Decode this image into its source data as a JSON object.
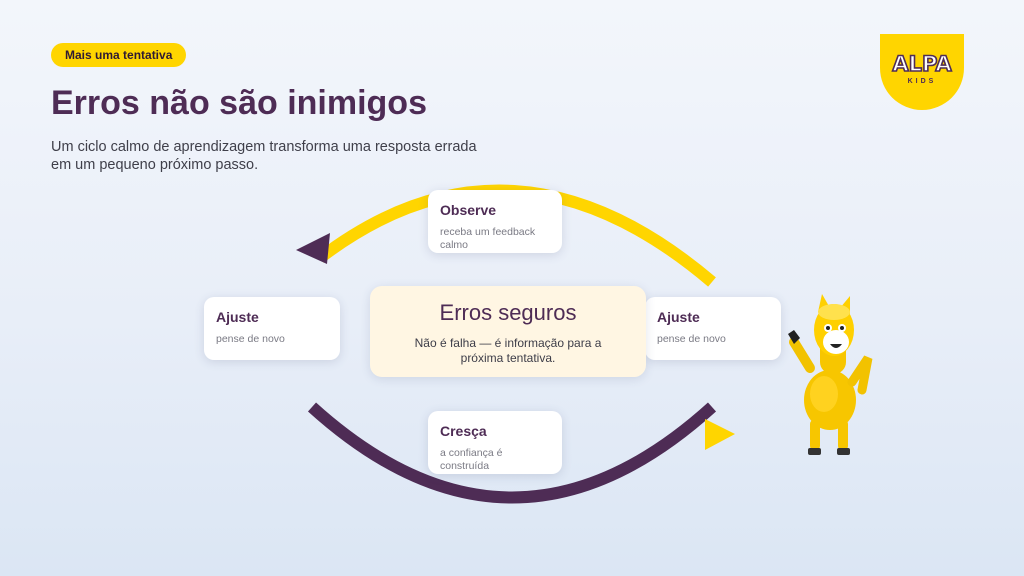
{
  "header": {
    "tag": "Mais uma tentativa",
    "title": "Erros não são inimigos",
    "subtitle": "Um ciclo calmo de aprendizagem transforma uma resposta errada em um pequeno próximo passo."
  },
  "logo": {
    "text": "ALPA",
    "sub": "KIDS"
  },
  "cycle": {
    "center": {
      "title": "Erros seguros",
      "description": "Não é falha — é informação para a próxima tentativa."
    },
    "steps": [
      {
        "title": "Observe",
        "description": "receba um feedback calmo"
      },
      {
        "title": "Ajuste",
        "description": "pense de novo"
      },
      {
        "title": "Ajuste",
        "description": "pense de novo"
      },
      {
        "title": "Cresça",
        "description": "a confiança é construída"
      }
    ]
  },
  "colors": {
    "accent_yellow": "#ffd500",
    "primary_purple": "#4e2c55",
    "center_fill": "#fff6e3"
  },
  "icons": [
    "cycle-arrow-yellow",
    "cycle-arrow-purple",
    "alpaca-mascot"
  ]
}
